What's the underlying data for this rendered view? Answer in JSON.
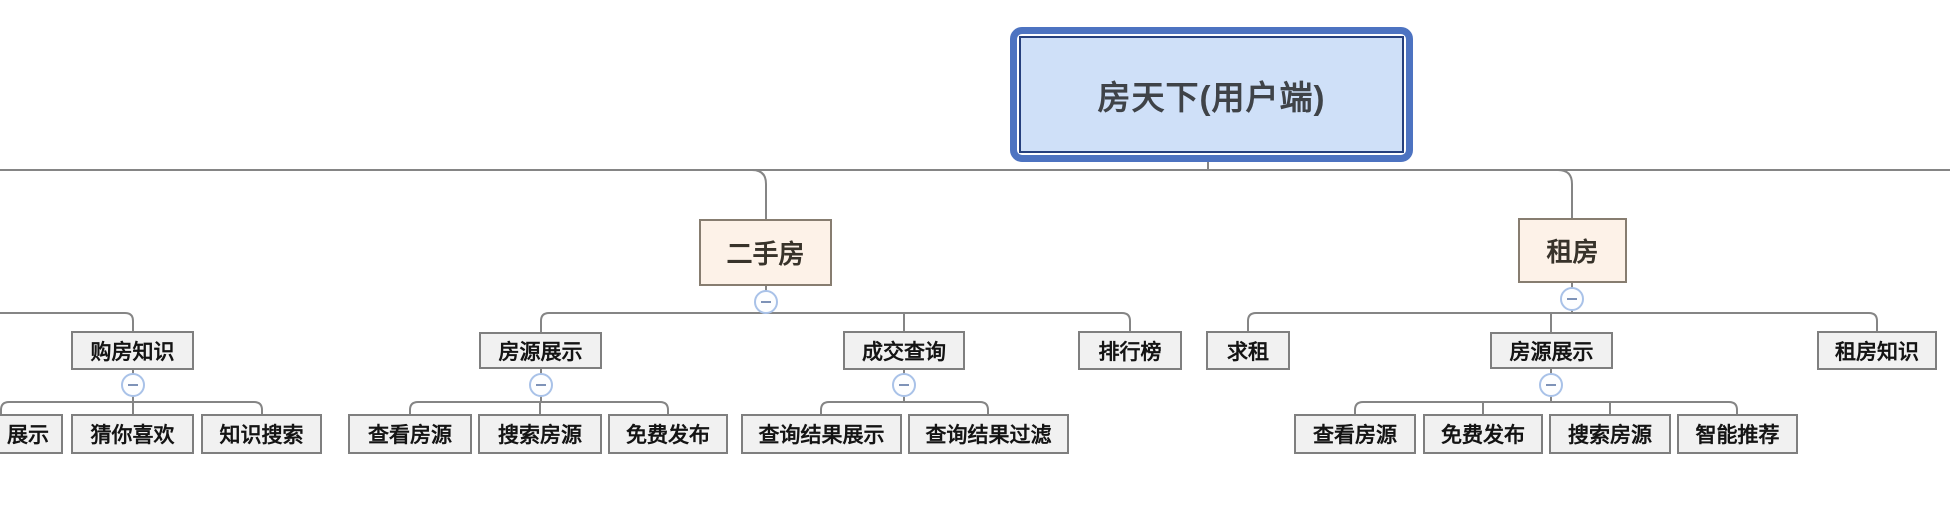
{
  "colors": {
    "root_fill": "#cfe0f8",
    "root_selection_border": "#4d73c1",
    "root_inner_border": "#26407e",
    "branch_fill": "#fdf2e8",
    "branch_border": "#877d70",
    "leaf_fill": "#f1f1f1",
    "leaf_border": "#7f7f7f",
    "connector_line": "#858585",
    "collapse_icon_ring": "#a9c2e8",
    "collapse_icon_minus": "#7e93b8"
  },
  "root": {
    "label": "房天下(用户端)"
  },
  "left_branch": {
    "buy_knowledge": {
      "label": "购房知识"
    },
    "children": {
      "display_partial": {
        "label": "展示"
      },
      "guess_you_like": {
        "label": "猜你喜欢"
      },
      "knowledge_search": {
        "label": "知识搜索"
      }
    }
  },
  "secondhand": {
    "label": "二手房",
    "listing_display": {
      "label": "房源展示",
      "children": {
        "view": {
          "label": "查看房源"
        },
        "search": {
          "label": "搜索房源"
        },
        "publish": {
          "label": "免费发布"
        }
      }
    },
    "deal_query": {
      "label": "成交查询",
      "children": {
        "result_display": {
          "label": "查询结果展示"
        },
        "result_filter": {
          "label": "查询结果过滤"
        }
      }
    },
    "ranking": {
      "label": "排行榜"
    }
  },
  "rent": {
    "label": "租房",
    "seek_rent": {
      "label": "求租"
    },
    "listing_display": {
      "label": "房源展示",
      "children": {
        "view": {
          "label": "查看房源"
        },
        "publish": {
          "label": "免费发布"
        },
        "search": {
          "label": "搜索房源"
        },
        "recommend": {
          "label": "智能推荐"
        }
      }
    },
    "rent_knowledge": {
      "label": "租房知识"
    }
  }
}
